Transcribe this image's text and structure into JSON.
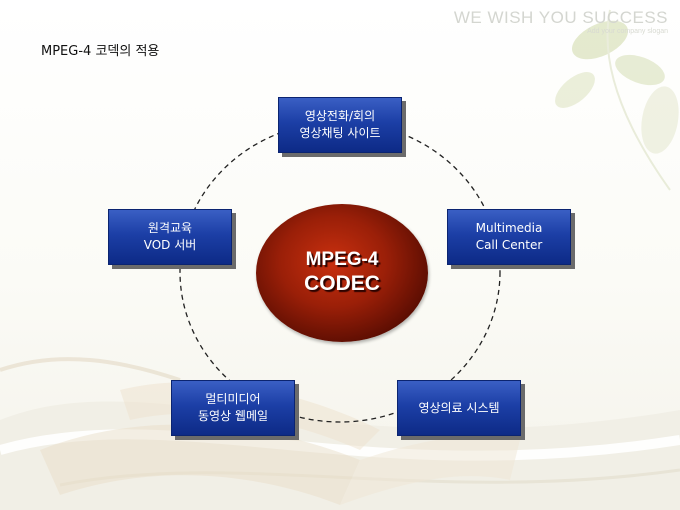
{
  "brand": {
    "title": "WE WISH YOU SUCCESS",
    "subtitle": "Add your company slogan"
  },
  "slide_title": "MPEG-4 코덱의 적용",
  "center": {
    "line1": "MPEG-4",
    "line2": "CODEC"
  },
  "nodes": [
    {
      "line1": "영상전화/회의",
      "line2": "영상채팅 사이트"
    },
    {
      "line1": "Multimedia",
      "line2": "Call Center"
    },
    {
      "line1": "영상의료 시스템"
    },
    {
      "line1": "멀티미디어",
      "line2": "동영상 웹메일"
    },
    {
      "line1": "원격교육",
      "line2": "VOD 서버"
    }
  ],
  "colors": {
    "node_fill": "#1c3fa6",
    "center_fill": "#9a1f08",
    "ring_stroke": "#222222"
  }
}
